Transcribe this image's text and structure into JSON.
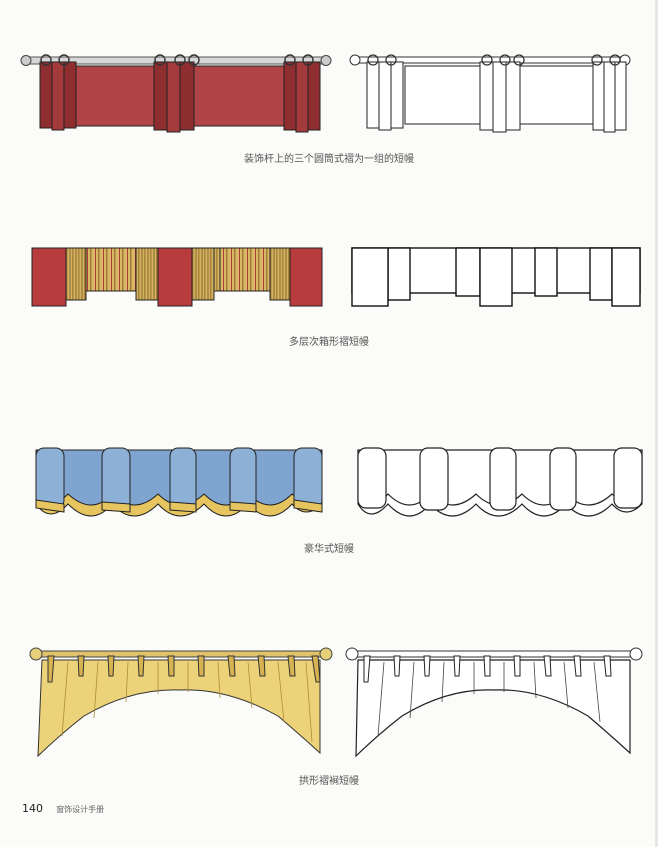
{
  "captions": {
    "valance_1": "装饰杆上的三个圆筒式褶为一组的短幔",
    "valance_2": "多层次箱形褶短幔",
    "valance_3": "豪华式短幔",
    "valance_4": "拱形褶裥短幔"
  },
  "footer": {
    "page_number": "140",
    "book_title": "窗饰设计手册"
  },
  "colors": {
    "burgundy": "#a63a3c",
    "stripe_gold": "#c9a550",
    "blue": "#7ea4cf",
    "gold_lining": "#e6c560",
    "sheer_yellow": "#ecd37a",
    "rod": "#c8c8c8",
    "ink": "#1a1a1a"
  }
}
